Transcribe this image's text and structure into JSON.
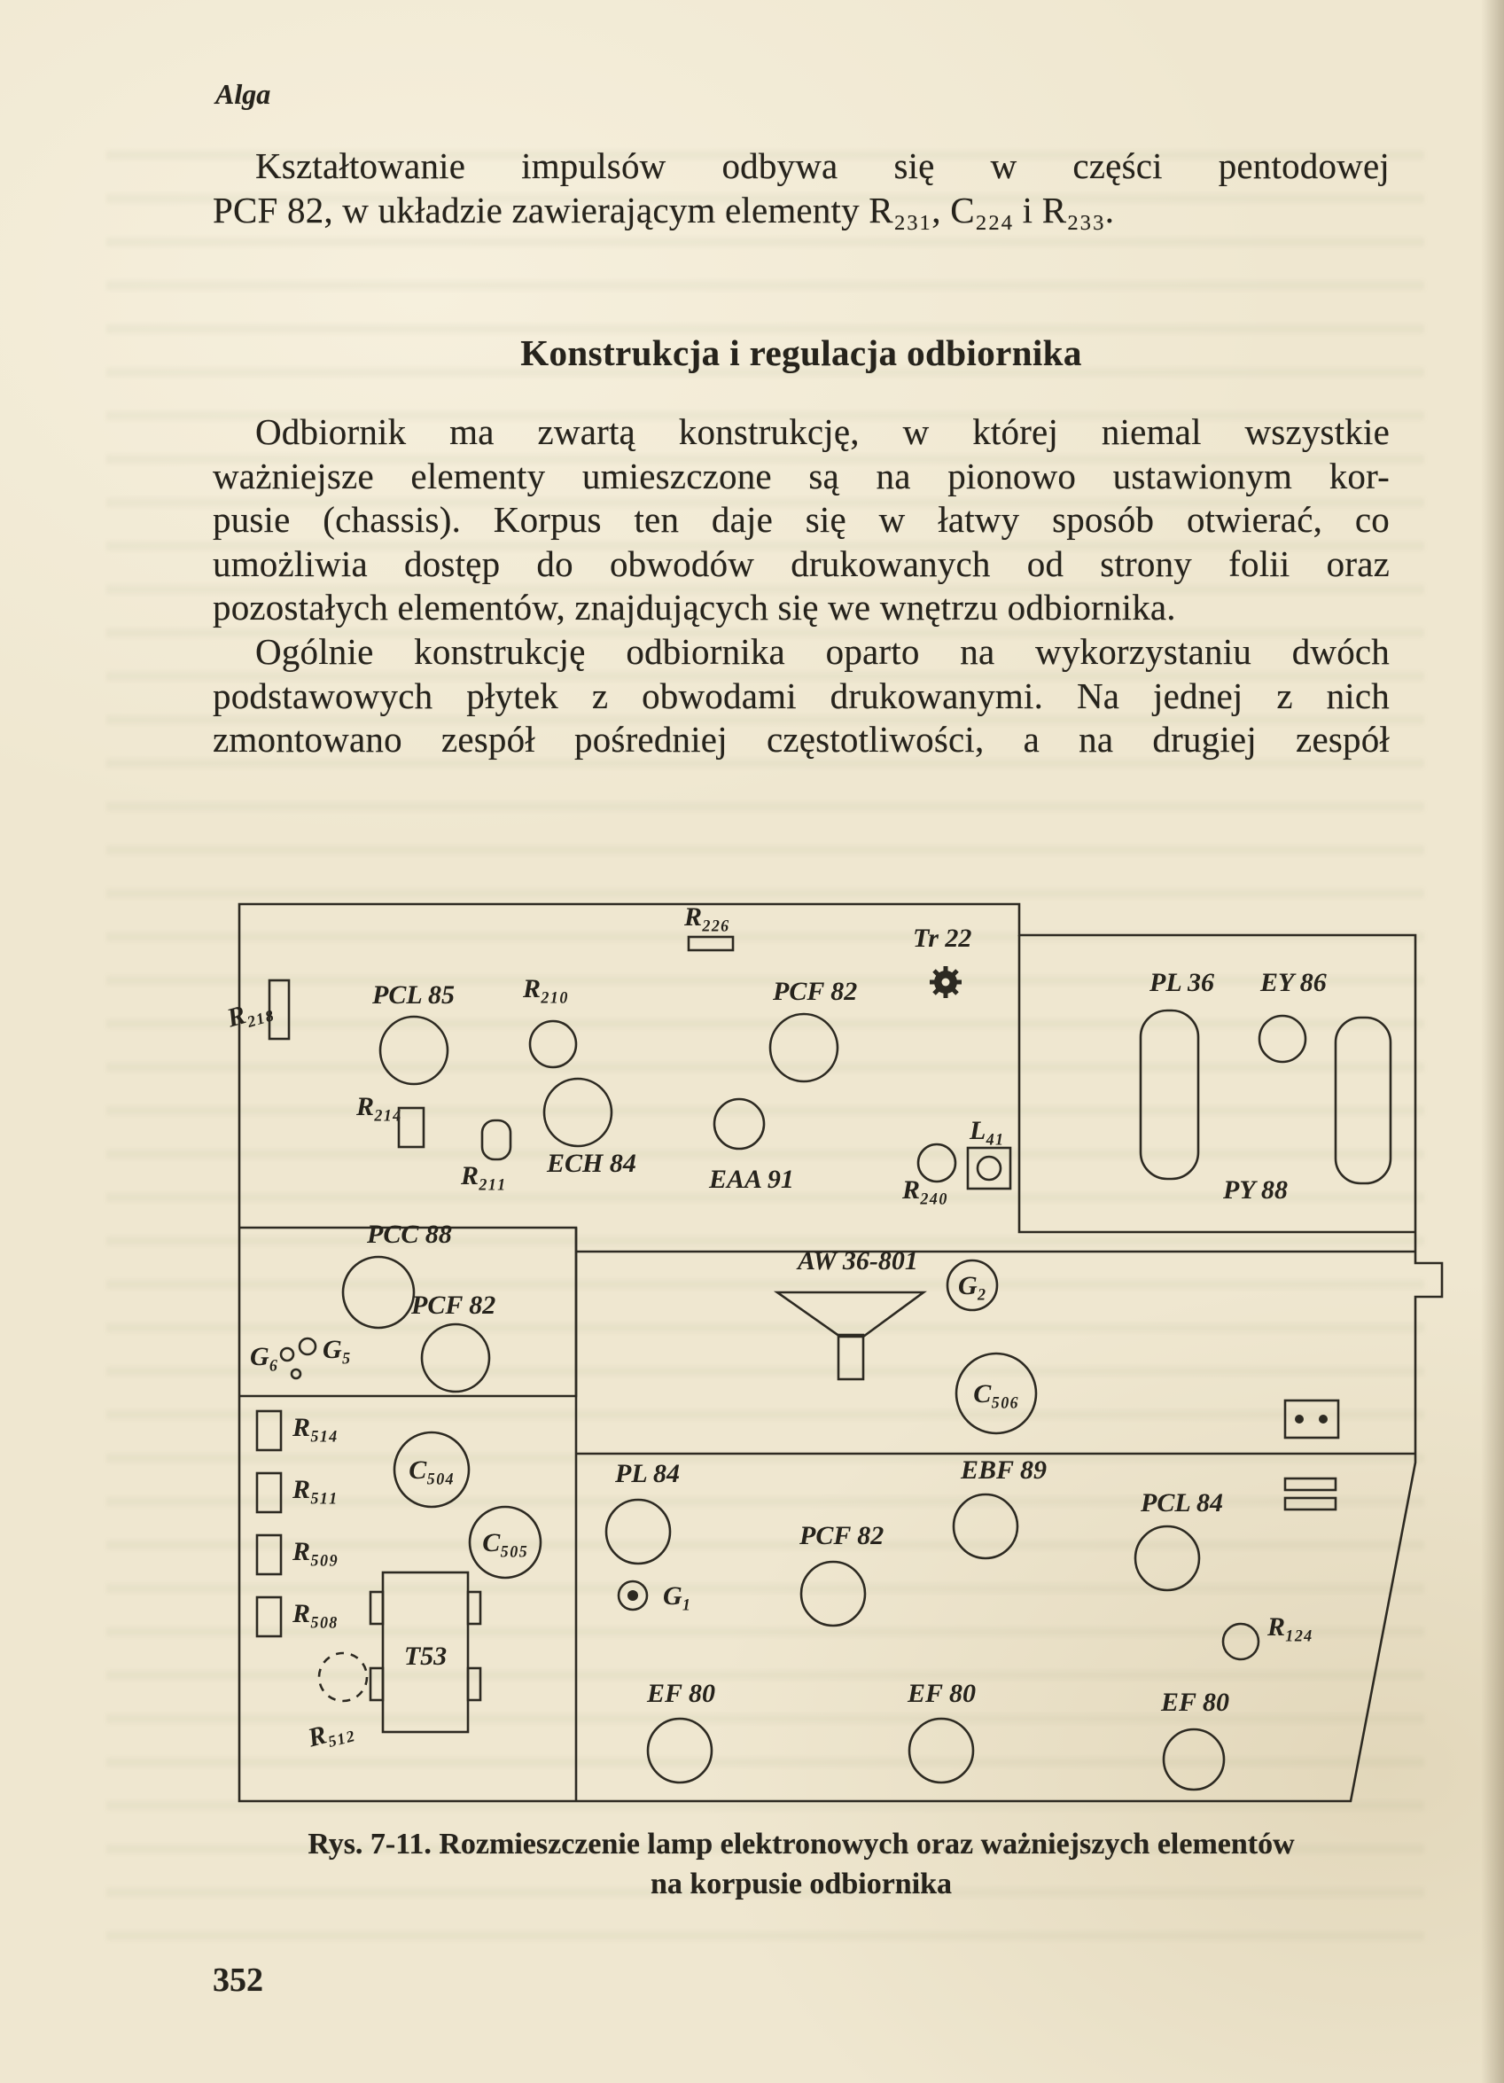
{
  "page": {
    "running_head": "Alga",
    "page_number": "352"
  },
  "body": {
    "p1": [
      "Kształtowanie impulsów odbywa się w części pentodowej",
      "PCF 82, w układzie zawierającym elementy R₂₃₁, C₂₂₄ i R₂₃₃."
    ],
    "heading": "Konstrukcja i regulacja odbiornika",
    "p2": [
      "Odbiornik ma zwartą konstrukcję, w której niemal wszystkie",
      "ważniejsze elementy umieszczone są na pionowo ustawionym kor-",
      "pusie (chassis). Korpus ten daje się w łatwy sposób otwierać, co",
      "umożliwia dostęp do obwodów drukowanych od strony folii oraz",
      "pozostałych elementów, znajdujących się we wnętrzu odbiornika."
    ],
    "p3": [
      "Ogólnie konstrukcję odbiornika oparto na wykorzystaniu dwóch",
      "podstawowych płytek z obwodami drukowanymi. Na jednej z nich",
      "zmontowano zespół pośredniej częstotliwości, a na drugiej zespół"
    ]
  },
  "figure": {
    "caption_line1": "Rys. 7-11. Rozmieszczenie lamp elektronowych oraz ważniejszych elementów",
    "caption_line2": "na korpusie odbiornika",
    "labels": {
      "r218": "R₂₁₈",
      "pcl85": "PCL 85",
      "r210": "R₂₁₀",
      "r214": "R₂₁₄",
      "r211": "R₂₁₁",
      "ech84": "ECH 84",
      "r226": "R₂₂₆",
      "pcf82_top": "PCF 82",
      "eaa91": "EAA 91",
      "tr22": "Tr 22",
      "l41": "L₄₁",
      "r240": "R₂₄₀",
      "pl36": "PL 36",
      "ey86": "EY 86",
      "py88": "PY 88",
      "pcc88": "PCC 88",
      "pcf82_mid": "PCF 82",
      "g6": "G₆",
      "g5": "G₅",
      "aw36": "AW 36-801",
      "g2": "G₂",
      "c506": "C₅₀₆",
      "r514": "R₅₁₄",
      "r511": "R₅₁₁",
      "r509": "R₅₀₉",
      "r508": "R₅₀₈",
      "c504": "C₅₀₄",
      "c505": "C₅₀₅",
      "t53": "T53",
      "r512": "R₅₁₂",
      "pl84": "PL 84",
      "g1": "G₁",
      "pcf82_bot": "PCF 82",
      "ebf89": "EBF 89",
      "pcl84": "PCL 84",
      "r124": "R₁₂₄",
      "ef80_a": "EF 80",
      "ef80_b": "EF 80",
      "ef80_c": "EF 80"
    }
  }
}
